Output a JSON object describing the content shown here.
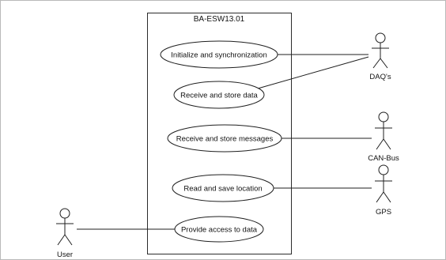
{
  "system": {
    "name": "BA-ESW13.01"
  },
  "use_cases": [
    {
      "id": "uc1",
      "label": "Initialize and synchronization"
    },
    {
      "id": "uc2",
      "label": "Receive and store data"
    },
    {
      "id": "uc3",
      "label": "Receive and store messages"
    },
    {
      "id": "uc4",
      "label": "Read and save location"
    },
    {
      "id": "uc5",
      "label": "Provide access to data"
    }
  ],
  "actors": [
    {
      "id": "daq",
      "label": "DAQ's"
    },
    {
      "id": "canbus",
      "label": "CAN-Bus"
    },
    {
      "id": "gps",
      "label": "GPS"
    },
    {
      "id": "user",
      "label": "User"
    }
  ],
  "associations": [
    {
      "actor": "daq",
      "use_case": "uc1"
    },
    {
      "actor": "daq",
      "use_case": "uc2"
    },
    {
      "actor": "canbus",
      "use_case": "uc3"
    },
    {
      "actor": "gps",
      "use_case": "uc4"
    },
    {
      "actor": "user",
      "use_case": "uc5"
    }
  ]
}
